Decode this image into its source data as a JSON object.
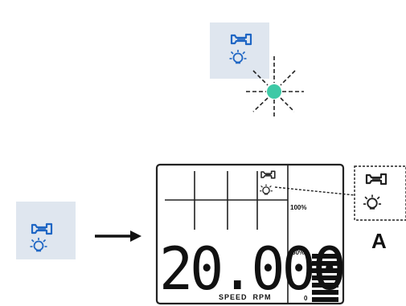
{
  "lcd": {
    "speed_value": "20.000",
    "unit_label": "SPEED  RPM",
    "scale_top": "100%",
    "scale_mid": "50%",
    "scale_bottom": "0"
  },
  "callout": {
    "label": "A"
  },
  "colors": {
    "button_bg": "#dfe6ef",
    "icon_blue": "#1f66c4",
    "led_green": "#3ec9a6"
  },
  "icons": [
    "handpiece-icon",
    "light-bulb-icon",
    "led-indicator",
    "arrow-right-icon"
  ]
}
